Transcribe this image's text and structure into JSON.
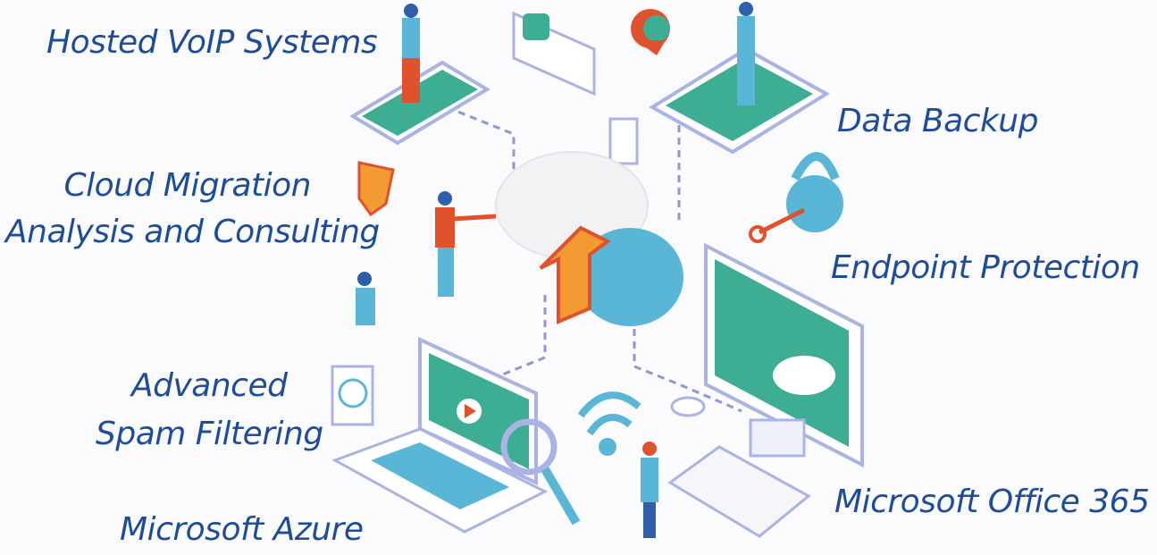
{
  "services": {
    "hosted_voip": "Hosted VoIP Systems",
    "cloud_migration_1": "Cloud Migration",
    "cloud_migration_2": "Analysis and Consulting",
    "advanced_spam_1": "Advanced",
    "advanced_spam_2": "Spam Filtering",
    "azure": "Microsoft Azure",
    "data_backup": "Data Backup",
    "endpoint": "Endpoint Protection",
    "office365": "Microsoft Office 365"
  },
  "colors": {
    "text": "#1d4d9a",
    "teal": "#3dae94",
    "blue": "#5ab6d6",
    "orange": "#f39a33",
    "red": "#e0522b",
    "lavender": "#a9b3e4"
  }
}
